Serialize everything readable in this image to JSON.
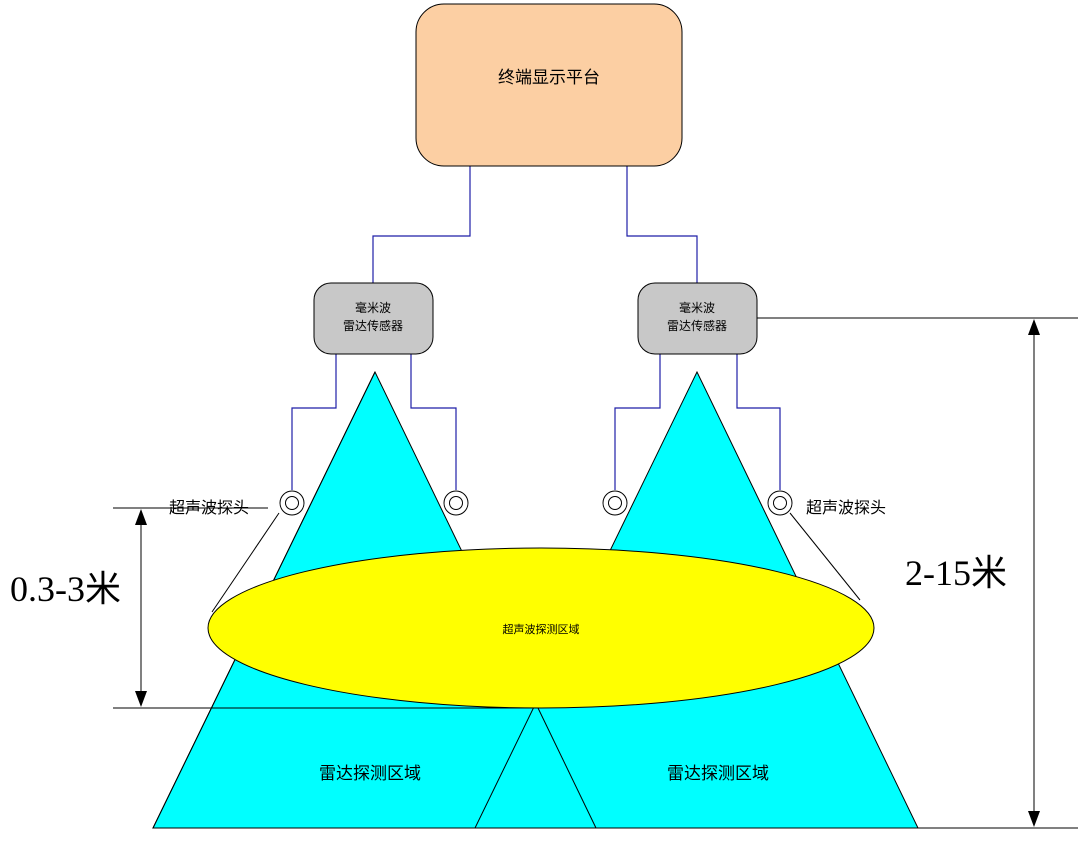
{
  "terminal": {
    "label": "终端显示平台",
    "fill": "#FCCFA3"
  },
  "sensors": [
    {
      "line1": "毫米波",
      "line2": "雷达传感器"
    },
    {
      "line1": "毫米波",
      "line2": "雷达传感器"
    }
  ],
  "sensor_fill": "#C8C8C8",
  "probe_labels": {
    "left": "超声波探头",
    "right": "超声波探头"
  },
  "ultrasonic_zone": {
    "label": "超声波探测区域",
    "fill": "#FFFF00"
  },
  "radar_zones": [
    {
      "label": "雷达探测区域"
    },
    {
      "label": "雷达探测区域"
    }
  ],
  "radar_fill": "#00FFFF",
  "connector_color": "#1F1FA8",
  "dimensions": {
    "short_range": "0.3-3米",
    "long_range": "2-15米"
  }
}
